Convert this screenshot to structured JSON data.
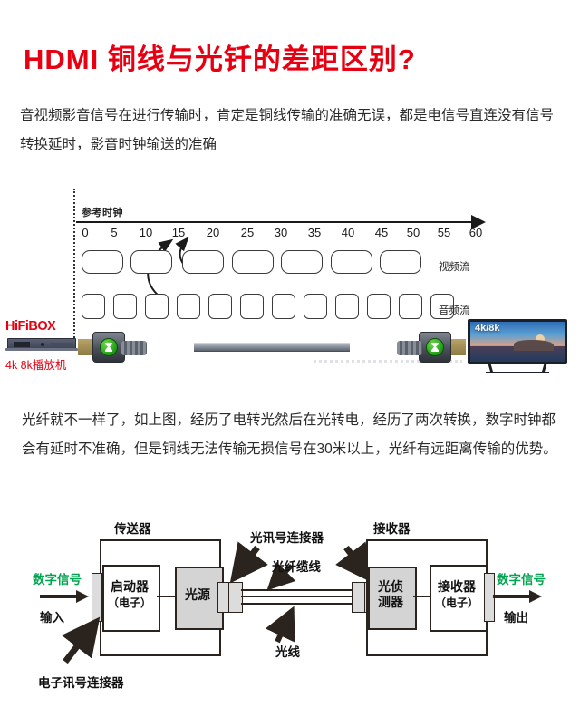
{
  "title": "HDMI 铜线与光钎的差距区别?",
  "paragraphs": {
    "top": "音视频影音信号在进行传输时，肯定是铜线传输的准确无误，都是电信号直连没有信号转换延时，影音时钟输送的准确",
    "middle": "光纤就不一样了，如上图，经历了电转光然后在光转电，经历了两次转换，数字时钟都会有延时不准确，但是铜线无法传输无损信号在30米以上，光纤有远距离传输的优势。"
  },
  "timing_chart": {
    "clock_label": "参考时钟",
    "ticks": [
      0,
      5,
      10,
      15,
      20,
      25,
      30,
      35,
      40,
      45,
      50,
      55,
      60
    ],
    "video_stream_label": "视频流",
    "audio_stream_label": "音频流",
    "video_block_count": 7,
    "audio_block_count": 12
  },
  "devices": {
    "player_logo": "HiFiBOX",
    "player_caption": "4k 8k播放机",
    "tv_label": "4k/8k"
  },
  "fiber_diagram": {
    "transmitter_title": "传送器",
    "receiver_title": "接收器",
    "input_signal": "数字信号",
    "input_label": "输入",
    "output_signal": "数字信号",
    "output_label": "输出",
    "driver_box": "启动器\n（电子）",
    "driver_box_l1": "启动器",
    "driver_box_l2": "（电子）",
    "light_source": "光源",
    "detector_l1": "光侦",
    "detector_l2": "测器",
    "receiver_box_l1": "接收器",
    "receiver_box_l2": "（电子）",
    "electronic_connector": "电子讯号连接器",
    "optical_connector": "光讯号连接器",
    "fiber_cable": "光纤缆线",
    "light_ray": "光线"
  },
  "colors": {
    "title_red": "#e60012",
    "signal_green": "#00a64f",
    "diagram_ink": "#2b241e",
    "gray_fill": "#d4d4d4"
  }
}
